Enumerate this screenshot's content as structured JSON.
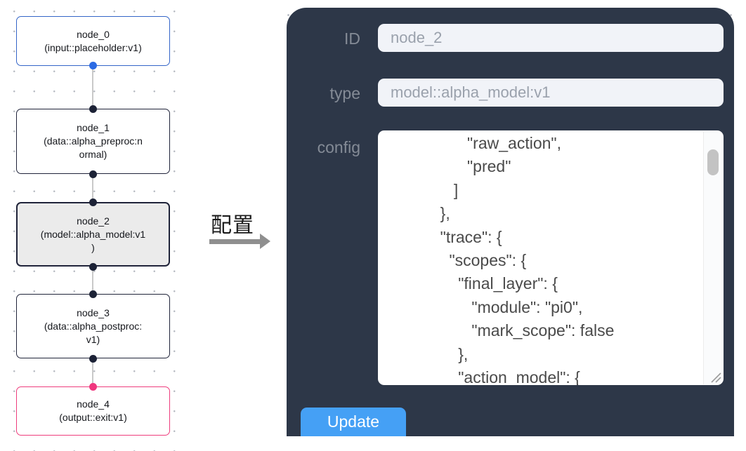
{
  "graph": {
    "nodes": [
      {
        "id": "node_0",
        "kind": "input",
        "lines": [
          "node_0",
          "(input::placeholder:v1)"
        ]
      },
      {
        "id": "node_1",
        "kind": "data",
        "lines": [
          "node_1",
          "(data::alpha_preproc:n",
          "ormal)"
        ]
      },
      {
        "id": "node_2",
        "kind": "model",
        "selected": true,
        "lines": [
          "node_2",
          "(model::alpha_model:v1",
          ")"
        ]
      },
      {
        "id": "node_3",
        "kind": "data",
        "lines": [
          "node_3",
          "(data::alpha_postproc:",
          "v1)"
        ]
      },
      {
        "id": "node_4",
        "kind": "output",
        "lines": [
          "node_4",
          "(output::exit:v1)"
        ]
      }
    ]
  },
  "transition": {
    "label": "配置"
  },
  "panel": {
    "fields": [
      {
        "label": "ID",
        "value": "node_2"
      },
      {
        "label": "type",
        "value": "model::alpha_model:v1"
      }
    ],
    "config": {
      "label": "config",
      "lines": [
        "                  \"raw_action\",",
        "                  \"pred\"",
        "               ]",
        "            },",
        "            \"trace\": {",
        "              \"scopes\": {",
        "                \"final_layer\": {",
        "                   \"module\": \"pi0\",",
        "                   \"mark_scope\": false",
        "                },",
        "                \"action_model\": {"
      ]
    },
    "update_button": "Update"
  },
  "colors": {
    "panel_bg": "#2d3748",
    "button_bg": "#45a0f5",
    "input_bg": "#f1f3f8",
    "default_node_border": "#20243a",
    "input_node_border": "#3465c8",
    "output_node_border": "#ee3d7d",
    "selected_node_fill": "#ebebeb",
    "input_port": "#2b6be4",
    "output_port": "#f0367e"
  }
}
